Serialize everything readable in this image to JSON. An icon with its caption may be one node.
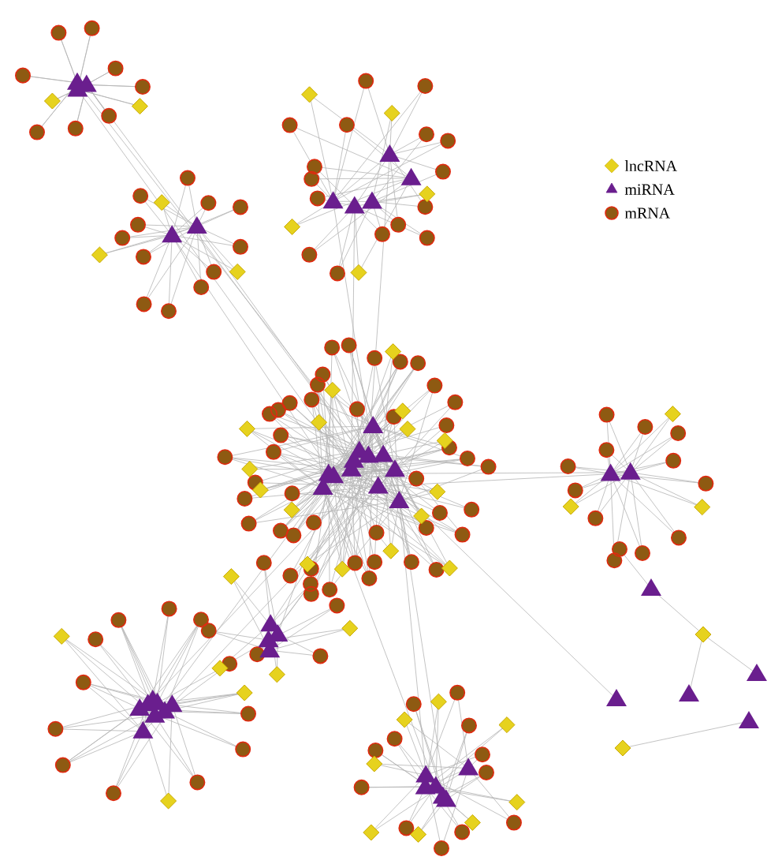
{
  "diagram": {
    "legend": [
      {
        "text": "lncRNA"
      },
      {
        "text": "miRNA"
      },
      {
        "text": "mRNA"
      }
    ]
  }
}
